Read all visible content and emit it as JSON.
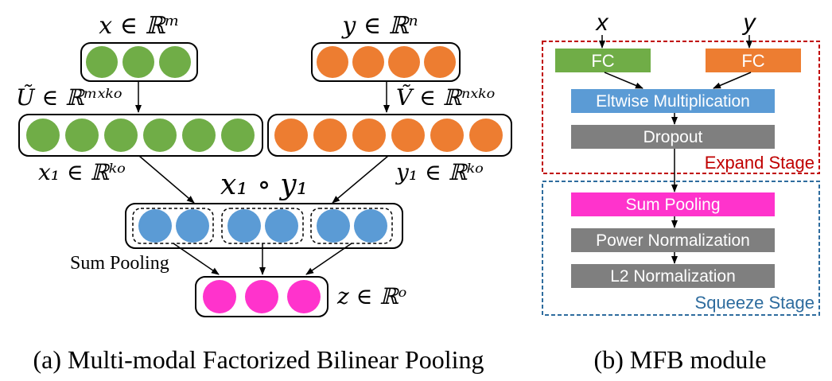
{
  "left": {
    "x_label": "x ∈ ℝᵐ",
    "y_label": "y ∈ ℝⁿ",
    "u_label": "Ũ ∈ ℝᵐˣᵏᵒ",
    "v_label": "Ṽ ∈ ℝⁿˣᵏᵒ",
    "x1_label": "x₁ ∈ ℝᵏᵒ",
    "y1_label": "y₁ ∈ ℝᵏᵒ",
    "xy_label": "x₁ ∘ y₁",
    "sum_pooling_label": "Sum Pooling",
    "z_label": "z ∈ ℝᵒ"
  },
  "right": {
    "x_input": "x",
    "y_input": "y",
    "fc_x": "FC",
    "fc_y": "FC",
    "eltwise": "Eltwise Multiplication",
    "dropout": "Dropout",
    "expand_stage": "Expand Stage",
    "sum_pooling": "Sum Pooling",
    "power_norm": "Power Normalization",
    "l2_norm": "L2 Normalization",
    "squeeze_stage": "Squeeze Stage"
  },
  "captions": {
    "a": "(a)  Multi-modal Factorized Bilinear Pooling",
    "b": "(b)  MFB module"
  },
  "colors": {
    "green": "#70AD47",
    "orange": "#ED7D31",
    "blue": "#5B9BD5",
    "magenta": "#FF33CC",
    "gray": "#7F7F7F",
    "expand_red": "#C00000",
    "squeeze_blue": "#2E6C9E"
  }
}
